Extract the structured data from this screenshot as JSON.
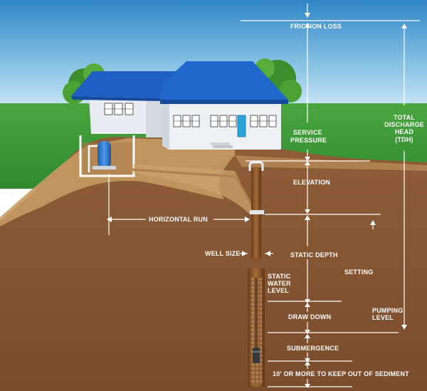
{
  "diagram": {
    "labels": {
      "friction_loss": "FRICTION LOSS",
      "service_pressure_1": "SERVICE",
      "service_pressure_2": "PRESSURE",
      "tdh_1": "TOTAL",
      "tdh_2": "DISCHARGE",
      "tdh_3": "HEAD",
      "tdh_4": "(TDH)",
      "elevation": "ELEVATION",
      "horizontal_run": "HORIZONTAL RUN",
      "well_size": "WELL SIZE",
      "static_depth": "STATIC DEPTH",
      "setting": "SETTING",
      "static_water_1": "STATIC",
      "static_water_2": "WATER",
      "static_water_3": "LEVEL",
      "draw_down": "DRAW DOWN",
      "pumping_level_1": "PUMPING",
      "pumping_level_2": "LEVEL",
      "submergence": "SUBMERGENCE",
      "sediment": "10' OR MORE TO KEEP OUT OF SEDIMENT"
    },
    "colors": {
      "sky_top": "#2f86c6",
      "sky_bottom": "#d9eef8",
      "grass": "#3e9b3a",
      "soil": "#8a5a35",
      "soil_light": "#c99a62",
      "roof": "#1f5fc4",
      "house_wall": "#eef1f4",
      "door": "#2aa3d8",
      "tank": "#2f7fd6",
      "casing": "#8a5527",
      "arrow": "#ffffff"
    }
  }
}
